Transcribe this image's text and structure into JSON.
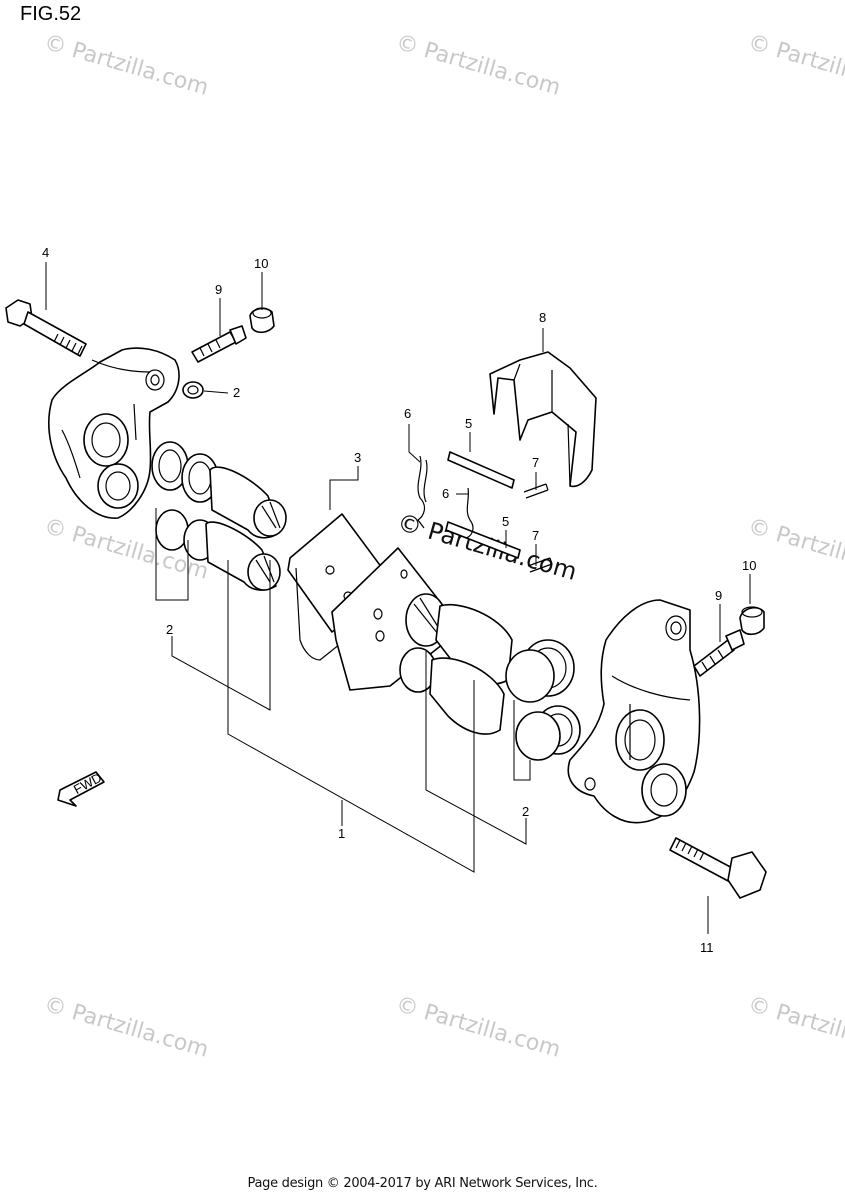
{
  "figure_title": "FIG.52",
  "watermark": "© Partzilla.com",
  "footer": "Page design © 2004-2017 by ARI Network Services, Inc.",
  "callouts": {
    "c4": "4",
    "c9a": "9",
    "c10a": "10",
    "c2a": "2",
    "c6a": "6",
    "c5a": "5",
    "c8": "8",
    "c3": "3",
    "c7a": "7",
    "c6b": "6",
    "c5b": "5",
    "c7b": "7",
    "c2b": "2",
    "c10b": "10",
    "c9b": "9",
    "c1": "1",
    "c2c": "2",
    "c11": "11"
  },
  "fwd_arrow": "FWD"
}
